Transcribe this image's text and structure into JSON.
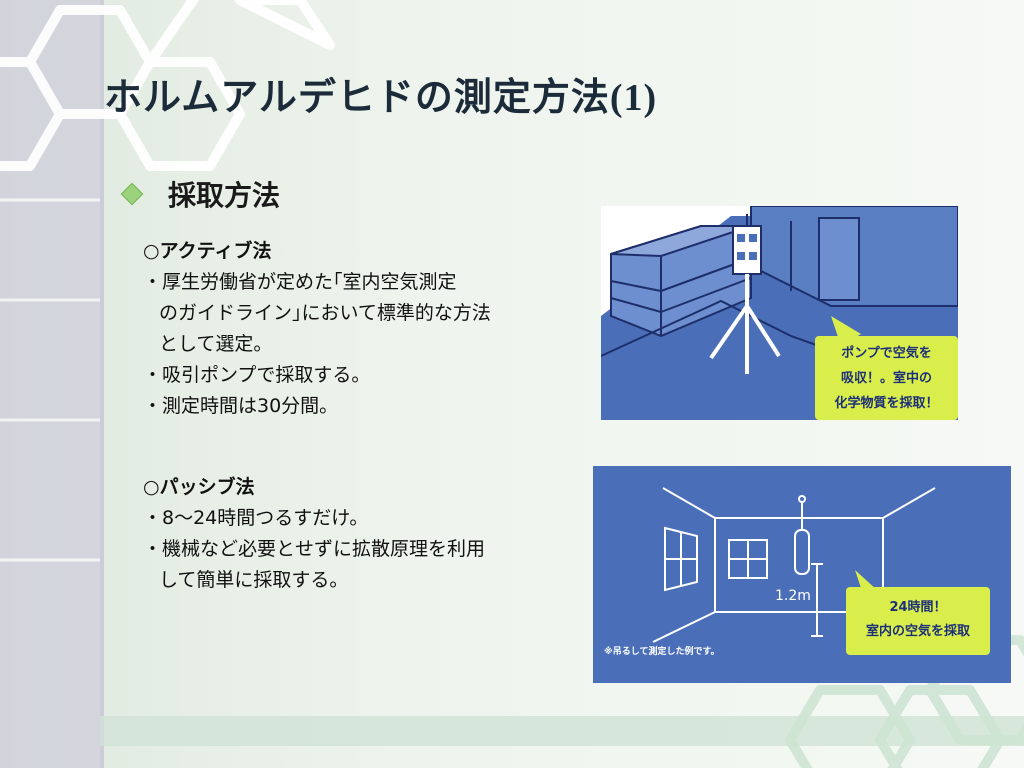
{
  "slide": {
    "title": "ホルムアルデヒドの測定方法",
    "title_number": "(1)",
    "section_heading": "採取方法"
  },
  "active_method": {
    "heading": "○アクティブ法",
    "lines": [
      "・厚生労働省が定めた｢室内空気測定",
      "のガイドライン｣において標準的な方法",
      "として選定。",
      "・吸引ポンプで採取する。",
      "・測定時間は30分間。"
    ]
  },
  "passive_method": {
    "heading": "○パッシブ法",
    "lines": [
      "・8～24時間つるすだけ。",
      "・機械など必要とせずに拡散原理を利用",
      "して簡単に採取する。"
    ]
  },
  "active_illustration": {
    "callout_lines": [
      "ポンプで空気を",
      "吸収！。室中の",
      "化学物質を採取！"
    ]
  },
  "passive_illustration": {
    "callout_lines": [
      "24時間！",
      "室内の空気を採取"
    ],
    "height_label": "1.2m",
    "note": "※吊るして測定した例です。"
  },
  "colors": {
    "title": "#1c2b3a",
    "accent_green": "#9bd27b",
    "illustration_blue": "#4a6fb8",
    "callout_yellow": "#d9ee4a"
  }
}
